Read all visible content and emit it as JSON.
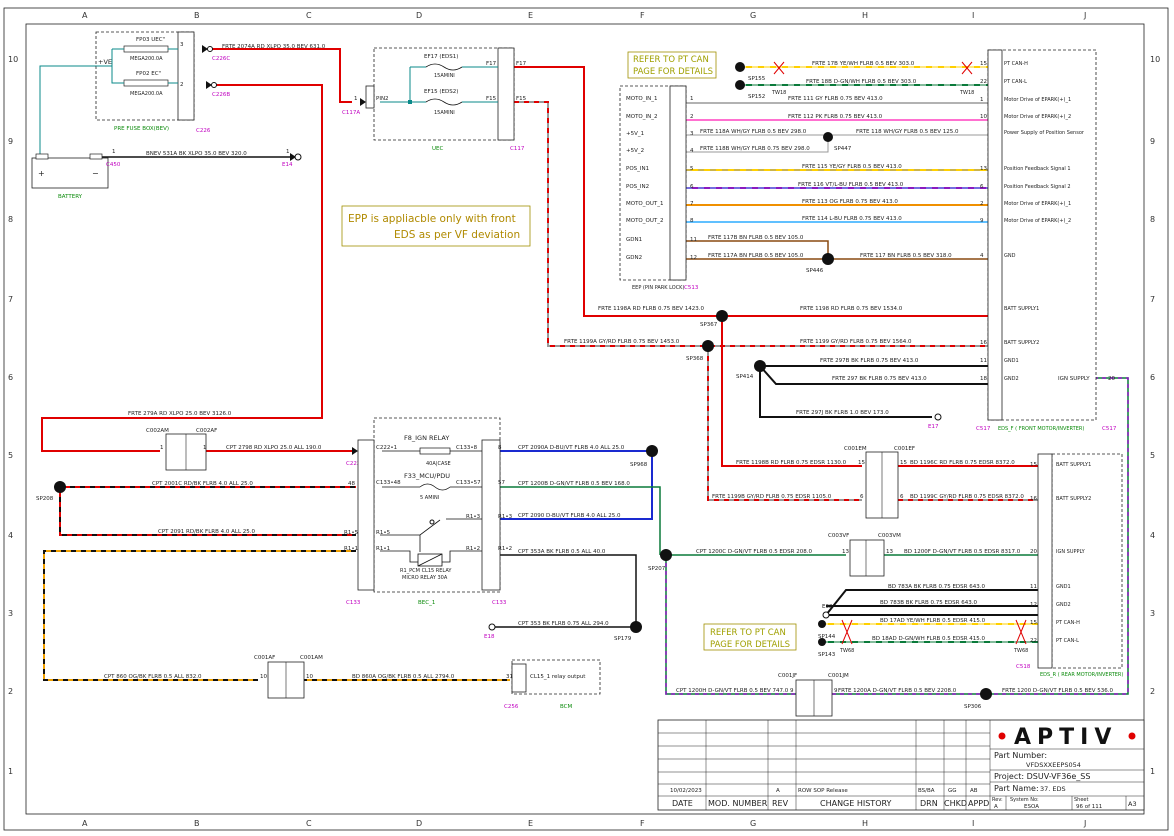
{
  "colors": {
    "red": "#e00000",
    "yellow": "#ffd000",
    "green": "#0a7a3a",
    "darkgreen": "#006040",
    "orange": "#f0a000",
    "blue": "#1a2ad0",
    "purple": "#8a1ac0",
    "lightblue": "#60c0ff",
    "brown": "#8a4a10",
    "gray": "#999999",
    "black": "#111111",
    "magenta_label": "#c000c0",
    "aptiv_red": "#e00000"
  },
  "grid": {
    "cols": [
      "A",
      "B",
      "C",
      "D",
      "E",
      "F",
      "G",
      "H",
      "I",
      "J"
    ],
    "rows": [
      "10",
      "9",
      "8",
      "7",
      "6",
      "5",
      "4",
      "3",
      "2",
      "1"
    ]
  },
  "fuse_box": {
    "title": "PRE FUSE BOX(BEV)",
    "id": "C226",
    "plus_ve": "+VE",
    "fp03": "FP03 UEC\"",
    "fp03_rating": "MEGA200.0A",
    "fp03_pin": "3",
    "fp02": "FP02 EC\"",
    "fp02_rating": "MEGA200.0A",
    "fp02_pin": "2",
    "c226c": "C226C",
    "c226b": "C226B"
  },
  "battery": {
    "label": "BATTERY",
    "plus": "+",
    "minus": "−",
    "c450": "C450",
    "e14": "E14",
    "pin1a": "1",
    "pin1b": "1"
  },
  "uec": {
    "title": "UEC",
    "c117a": "C117A",
    "c117": "C117",
    "pin2": "PIN2",
    "pin1": "1",
    "ef17": "EF17 (EDS1)",
    "ef17_rating": "15AMINI",
    "ef15": "EF15 (EDS2)",
    "ef15_rating": "15AMINI",
    "f17a": "F17",
    "f17b": "F17",
    "f15a": "F15",
    "f15b": "F15"
  },
  "wires": {
    "w2074a": "FRTE 2074A RD XLPO 35.0 BEV 631.0",
    "w531a": "BNEV 531A BK XLPO 35.0 BEV 320.0",
    "w279a": "FRTE 279A RD XLPO 25.0 BEV 3126.0",
    "w2798": "CPT 2798 RD XLPO 25.0 ALL 190.0",
    "w2001c": "CPT 2001C RD/BK FLRB 4.0 ALL 25.0",
    "w2091": "CPT 2091 RD/BK FLRB 4.0 ALL 25.0",
    "w860": "CPT 860 OG/BK FLRB 0.5 ALL 832.0",
    "w860a": "BD 860A OG/BK FLRB 0.5 ALL 2794.0",
    "w2090a": "CPT 2090A D-BU/VT FLRB 4.0 ALL 25.0",
    "w1200b": "CPT 1200B D-GN/VT FLRB 0.5 BEV 168.0",
    "w2090": "CPT 2090 D-BU/VT FLRB 4.0 ALL 25.0",
    "w353a": "CPT 353A BK FLRB 0.5 ALL 40.0",
    "w353": "CPT 353 BK FLRB 0.75 ALL 294.0",
    "w1200c": "CPT 1200C D-GN/VT FLRB 0.5 EDSR 208.0",
    "w1200f": "BD 1200F D-GN/VT FLRB 0.5 EDSR 8317.0",
    "w783a": "BD 783A BK FLRB 0.75 EDSR 643.0",
    "w783b": "BD 783B BK FLRB 0.75 EDSR 643.0",
    "w17ad": "BD 17AD YE/WH FLRB 0.5 EDSR 415.0",
    "w18ad": "BD 18AD D-GN/WH FLRB 0.5 EDSR 415.0",
    "w1200h": "CPT 1200H D-GN/VT FLRB 0.5 BEV 747.0",
    "w1200a": "FRTE 1200A D-GN/VT FLRB 0.5 BEV 2208.0",
    "w1200": "FRTE 1200 D-GN/VT FLRB 0.5 BEV 536.0",
    "w1198b": "FRTE 1198B RD FLRB 0.75 EDSR 1130.0",
    "w1196c": "BD 1196C RD FLRB 0.75 EDSR 8372.0",
    "w1199b": "FRTE 1199B GY/RD FLRB 0.75 EDSR 1105.0",
    "w1199c": "BD 1199C GY/RD FLRB 0.75 EDSR 8372.0",
    "w1198a": "FRTE 1198A RD FLRB 0.75 BEV 1423.0",
    "w1198": "FRTE 1198 RD FLRB 0.75 BEV 1534.0",
    "w1199a": "FRTE 1199A GY/RD FLRB 0.75 BEV 1453.0",
    "w1199": "FRTE 1199 GY/RD FLRB 0.75 BEV 1564.0",
    "w297b": "FRTE 297B BK FLRB 0.75 BEV 413.0",
    "w297": "FRTE 297 BK FLRB 0.75 BEV 413.0",
    "w297j": "FRTE 297J BK FLRB 1.0 BEV 173.0",
    "w17b": "FRTE 17B YE/WH FLRB 0.5 BEV 303.0",
    "w18b": "FRTE 18B D-GN/WH FLRB 0.5 BEV 303.0",
    "w111": "FRTE 111 GY FLRB 0.75 BEV 413.0",
    "w112": "FRTE 112 PK FLRB 0.75 BEV 413.0",
    "w118a": "FRTE 118A WH/GY FLRB 0.5 BEV 298.0",
    "w118": "FRTE 118 WH/GY FLRB 0.5 BEV 125.0",
    "w118b": "FRTE 118B WH/GY FLRB 0.75 BEV 298.0",
    "w115": "FRTE 115 YE/GY FLRB 0.5 BEV 413.0",
    "w116": "FRTE 116 VT/L-BU FLRB 0.5 BEV 413.0",
    "w113": "FRTE 113 OG FLRB 0.75 BEV 413.0",
    "w114": "FRTE 114 L-BU FLRB 0.75 BEV 413.0",
    "w117b": "FRTE 117B BN FLRB 0.5 BEV 105.0",
    "w117a": "FRTE 117A BN FLRB 0.5 BEV 105.0",
    "w117": "FRTE 117 BN FLRB 0.5 BEV 318.0"
  },
  "splices": {
    "sp208": "SP208",
    "sp968": "SP968",
    "sp207": "SP207",
    "sp179": "SP179",
    "sp367": "SP367",
    "sp368": "SP368",
    "sp414": "SP414",
    "sp446": "SP446",
    "sp447": "SP447",
    "sp155": "SP155",
    "sp152": "SP152",
    "sp144": "SP144",
    "sp143": "SP143",
    "sp306": "SP306",
    "e17": "E17",
    "e18": "E18",
    "e32": "E32",
    "tw18a": "TW18",
    "tw18b": "TW18",
    "tw68a": "TW68",
    "tw68b": "TW68"
  },
  "inline": {
    "c002am": "C002AM",
    "c002af": "C002AF",
    "c001af": "C001AF",
    "c001am": "C001AM",
    "c001em": "C001EM",
    "c001ef": "C001EF",
    "c003vf": "C003VF",
    "c003vm": "C003VM",
    "c001jf": "C001JF",
    "c001jm": "C001JM",
    "c222": "C222",
    "c256": "C256",
    "pin1": "1",
    "pin10": "10",
    "pin15": "15",
    "pin6": "6",
    "pin13": "13",
    "pin9": "9"
  },
  "ignrelay": {
    "c2221": "C222•1",
    "title": "F8_IGN RELAY",
    "c1338": "C133•8",
    "pin8": "8",
    "f8rating": "40A|CASE",
    "pin48": "48",
    "c13348": "C133•48",
    "f33": "F33_MCU/PDU",
    "c13357": "C133•57",
    "pin57": "57",
    "f33rating": "5 AMINI",
    "r13a": "R1•3",
    "r13b": "R1•3",
    "r15": "R1•5",
    "r11a": "R1•1",
    "r11b": "R1•1",
    "r12a": "R1•2",
    "r12b": "R1•2",
    "relay": "R1_PCM CL15 RELAY",
    "relay2": "MICRO RELAY 30A",
    "c133a": "C133",
    "bec": "BEC_1",
    "c133b": "C133"
  },
  "bcm": {
    "pin": "31",
    "label": "CL15_1 relay output",
    "name": "BCM"
  },
  "eep": {
    "title": "EEP (PIN PARK LOCK)",
    "id": "C513",
    "pins": [
      {
        "name": "MOTO_IN_1",
        "num": "1"
      },
      {
        "name": "MOTO_IN_2",
        "num": "2"
      },
      {
        "name": "+5V_1",
        "num": "3"
      },
      {
        "name": "+5V_2",
        "num": "4"
      },
      {
        "name": "POS_IN1",
        "num": "5"
      },
      {
        "name": "POS_IN2",
        "num": "6"
      },
      {
        "name": "MOTO_OUT_1",
        "num": "7"
      },
      {
        "name": "MOTO_OUT_2",
        "num": "8"
      },
      {
        "name": "GDN1",
        "num": "11"
      },
      {
        "name": "GDN2",
        "num": "12"
      }
    ]
  },
  "edsf": {
    "title": "EDS_F ( FRONT MOTOR/INVERTER)",
    "c517a": "C517",
    "c517b": "C517",
    "pins": [
      {
        "num": "15",
        "name": "PT CAN-H"
      },
      {
        "num": "22",
        "name": "PT CAN-L"
      },
      {
        "num": "1",
        "name": "Motor Drive of EPARK(+)_1"
      },
      {
        "num": "10",
        "name": "Motor Drive of EPARK(+)_2"
      },
      {
        "num": "",
        "name": "Power Supply of Position Sensor"
      },
      {
        "num": "13",
        "name": "Position Feedback Signal 1"
      },
      {
        "num": "6",
        "name": "Position Feedback Signal 2"
      },
      {
        "num": "2",
        "name": "Motor Drive of EPARK(+)_1"
      },
      {
        "num": "9",
        "name": "Motor Drive of EPARK(+)_2"
      },
      {
        "num": "4",
        "name": "GND"
      },
      {
        "num": "",
        "name": "BATT SUPPLY1"
      },
      {
        "num": "16",
        "name": "BATT SUPPLY2"
      },
      {
        "num": "11",
        "name": "GND1"
      },
      {
        "num": "18",
        "name": "GND2"
      }
    ],
    "ign": "IGN SUPPLY",
    "pin20": "20"
  },
  "edsr": {
    "title": "EDS_R ( REAR MOTOR/INVERTER)",
    "c518": "C518",
    "pins": [
      {
        "num": "15",
        "name": "BATT SUPPLY1"
      },
      {
        "num": "16",
        "name": "BATT SUPPLY2"
      },
      {
        "num": "20",
        "name": "IGN SUPPLY"
      },
      {
        "num": "11",
        "name": "GND1"
      },
      {
        "num": "12",
        "name": "GND2"
      },
      {
        "num": "15",
        "name": "PT CAN-H"
      },
      {
        "num": "22",
        "name": "PT CAN-L"
      }
    ]
  },
  "notes": {
    "refer1a": "REFER TO PT CAN",
    "refer1b": "PAGE  FOR DETAILS",
    "refer2a": "REFER TO PT CAN",
    "refer2b": "PAGE  FOR DETAILS",
    "epp1": "EPP is appliacble only with front",
    "epp2": "EDS as per VF deviation"
  },
  "titleblock": {
    "logo": "APTIV",
    "part_number_label": "Part Number:",
    "part_number": "VFDSXXEEPS054",
    "project": "Project: DSUV-VF36e_SS",
    "part_name_label": "Part Name:",
    "part_name": "37. EDS",
    "rev_label": "Rev:",
    "rev": "A",
    "system_no_label": "System No:",
    "system_no": "ESOA",
    "sheet_label": "Sheet",
    "sheet": "96  of 111",
    "size": "A3",
    "hist_date": "10/02/2023",
    "hist_rev": "A",
    "hist_change": "ROW SOP Release",
    "hist_drn": "BS/BA",
    "hist_chkd": "GG",
    "hist_appd": "AB",
    "h_date": "DATE",
    "h_mod": "MOD. NUMBER",
    "h_rev": "REV",
    "h_change": "CHANGE HISTORY",
    "h_drn": "DRN",
    "h_chkd": "CHKD",
    "h_appd": "APPD"
  }
}
